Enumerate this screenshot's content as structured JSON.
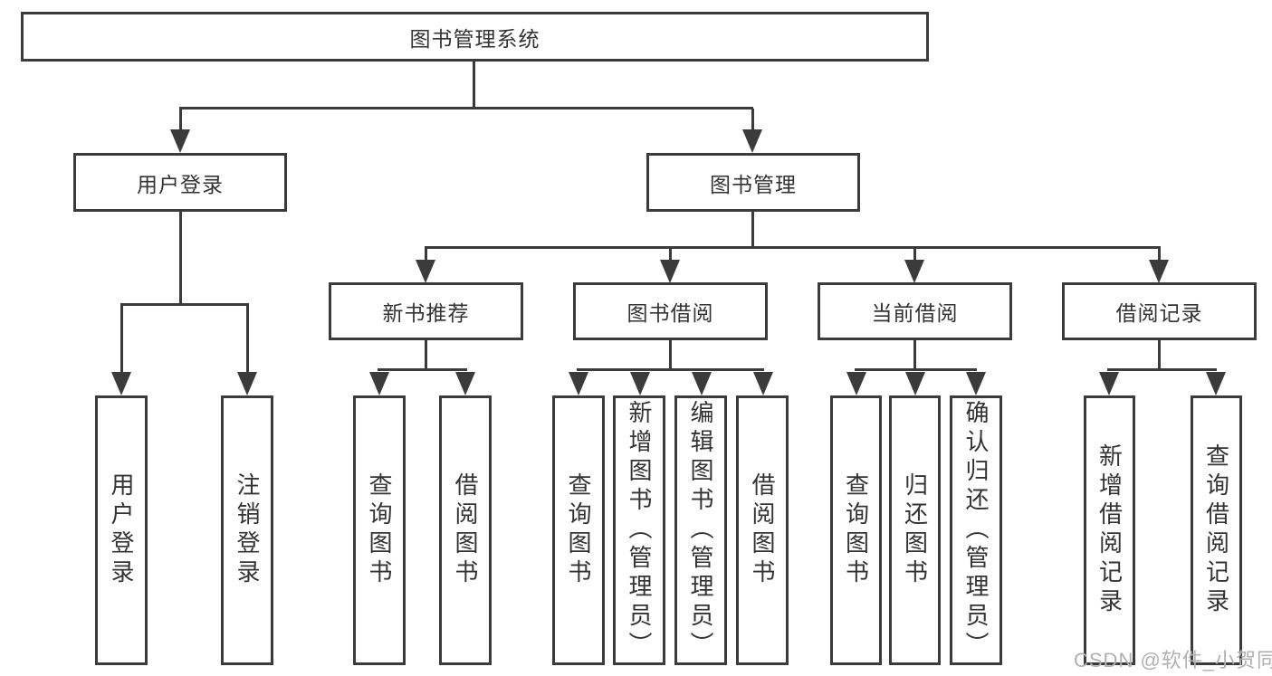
{
  "diagram": {
    "type": "hierarchy",
    "root": {
      "label": "图书管理系统"
    },
    "branches": [
      {
        "label": "用户登录",
        "children": [
          {
            "label": "用户登录"
          },
          {
            "label": "注销登录"
          }
        ]
      },
      {
        "label": "图书管理",
        "sections": [
          {
            "label": "新书推荐",
            "children": [
              {
                "label": "查询图书"
              },
              {
                "label": "借阅图书"
              }
            ]
          },
          {
            "label": "图书借阅",
            "children": [
              {
                "label": "查询图书"
              },
              {
                "label": "新增图书（管理员）"
              },
              {
                "label": "编辑图书（管理员）"
              },
              {
                "label": "借阅图书"
              }
            ]
          },
          {
            "label": "当前借阅",
            "children": [
              {
                "label": "查询图书"
              },
              {
                "label": "归还图书"
              },
              {
                "label": "确认归还（管理员）"
              }
            ]
          },
          {
            "label": "借阅记录",
            "children": [
              {
                "label": "新增借阅记录"
              },
              {
                "label": "查询借阅记录"
              }
            ]
          }
        ]
      }
    ],
    "watermark": "CSDN @软件_小贺同学"
  },
  "colors": {
    "line": "#3b3b3b",
    "text": "#333333",
    "background": "#ffffff",
    "watermark": "#b0b0b0"
  }
}
